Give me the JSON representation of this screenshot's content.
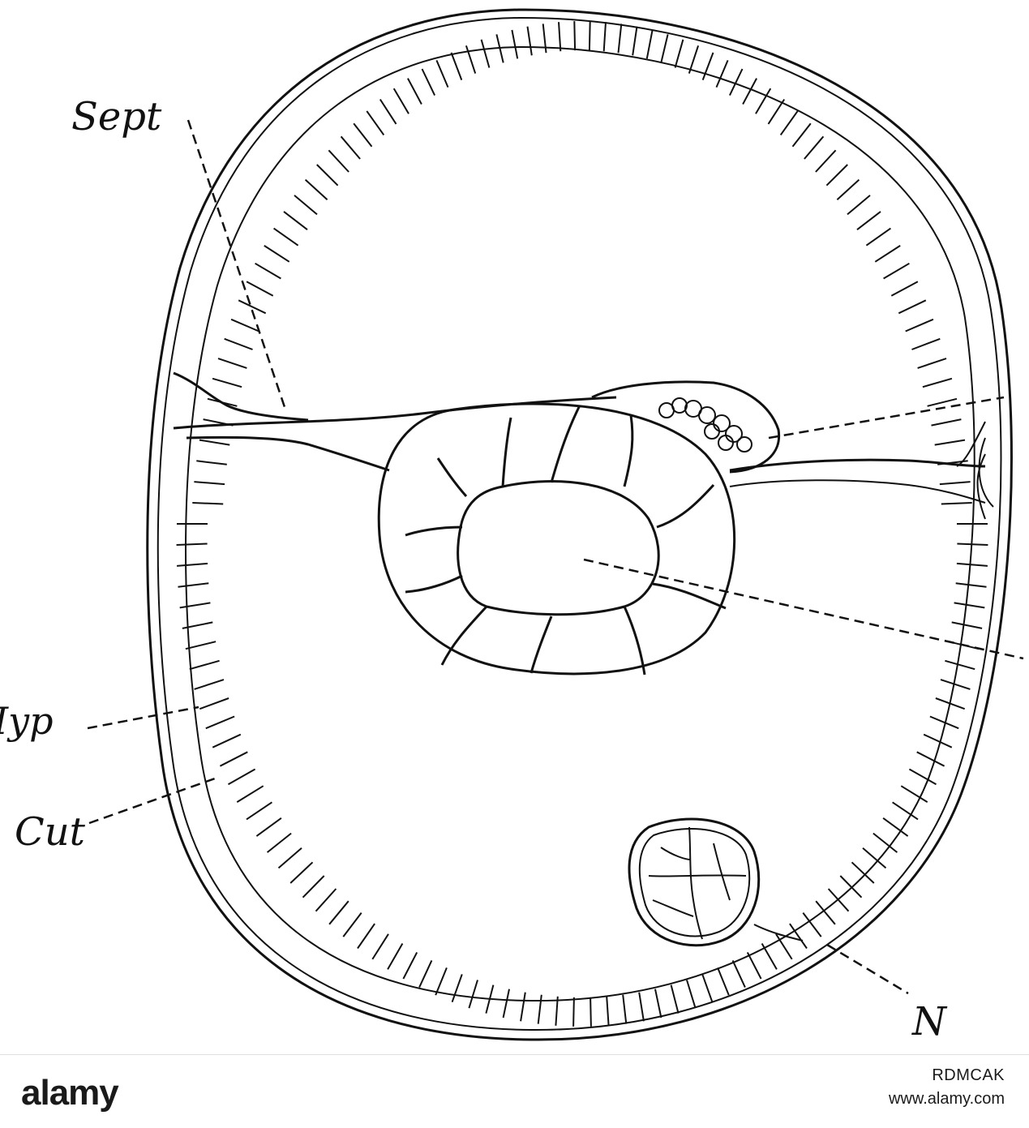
{
  "figure": {
    "labels": {
      "sept": "Sept",
      "hyp": "Hyp",
      "cut": "Cut",
      "n": "N"
    }
  },
  "footer": {
    "logo": "alamy",
    "image_id": "RDMCAK",
    "url": "www.alamy.com"
  }
}
